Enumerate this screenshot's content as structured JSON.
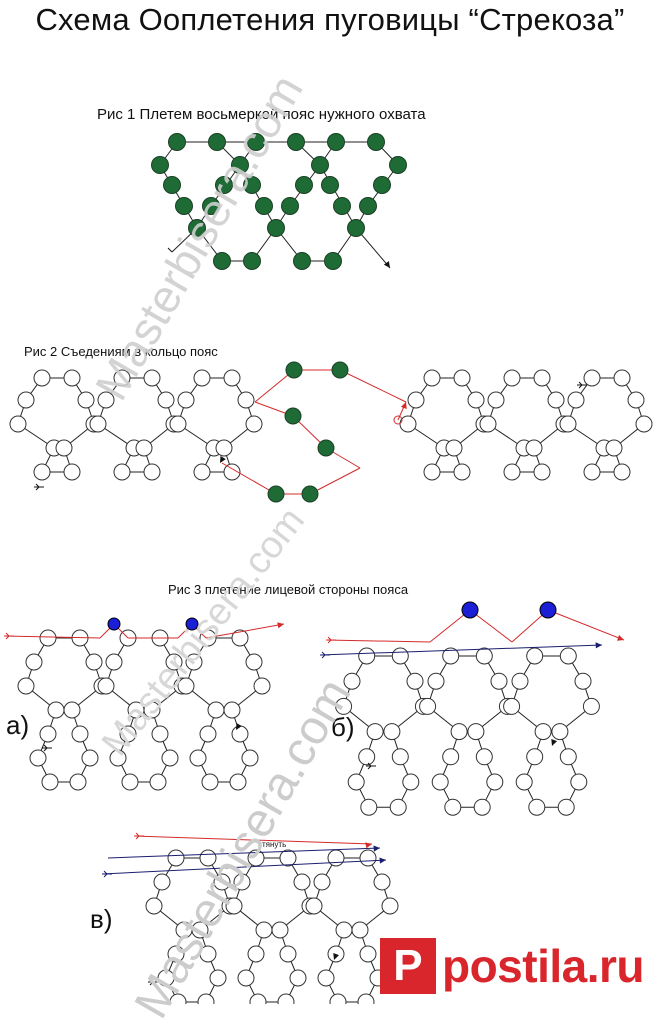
{
  "title": "Схема Ооплетения пуговицы “Стрекоза”",
  "captions": {
    "fig1": "Рис 1 Плетем восьмеркой пояс нужного охвата",
    "fig2": "Рис 2 Съедениям в кольцо пояс",
    "fig3": "Рис 3 плетение лицевой стороны пояса"
  },
  "sub_labels": {
    "a": "а)",
    "b": "б)",
    "v": "в)"
  },
  "pull_label": "стянуть",
  "watermark": "Masterbisera.com",
  "brand": {
    "mark": "P",
    "text": "postila.ru"
  },
  "colors": {
    "green_bead": "#1f6b35",
    "blue_bead": "#1b1fd6",
    "red_thread": "#d42a2a",
    "navy_thread": "#1a1f6e",
    "bead_outline": "#333333",
    "brand": "#d9262c"
  }
}
